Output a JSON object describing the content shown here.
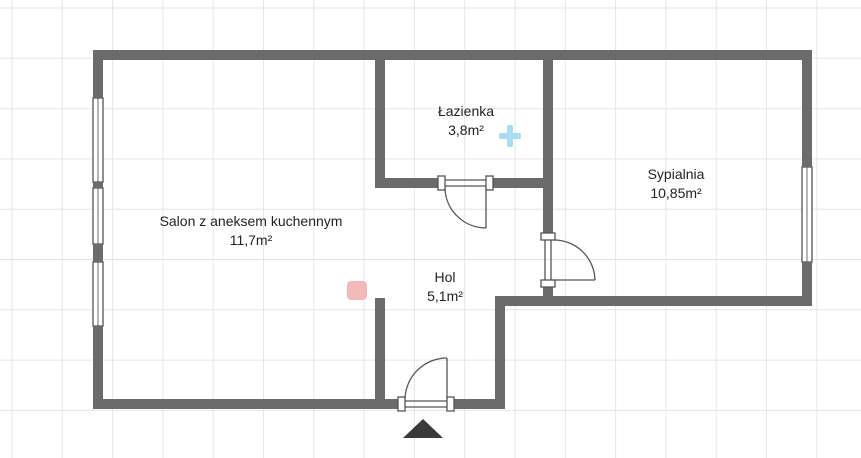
{
  "rooms": [
    {
      "name": "Łazienka",
      "area": "3,8m²"
    },
    {
      "name": "Sypialnia",
      "area": "10,85m²"
    },
    {
      "name": "Salon z aneksem kuchennym",
      "area": "11,7m²"
    },
    {
      "name": "Hol",
      "area": "5,1m²"
    }
  ],
  "colors": {
    "wall": "#6b6b6b",
    "grid": "#e6e6e6",
    "window": "#ffffff",
    "entrance_marker": "#3a3a3a",
    "bath_icon": "#a9dcef",
    "hol_marker": "#f2b9b9"
  },
  "icons": {
    "bathroom": "plus-cross-icon",
    "entrance": "entrance-arrow-icon"
  }
}
